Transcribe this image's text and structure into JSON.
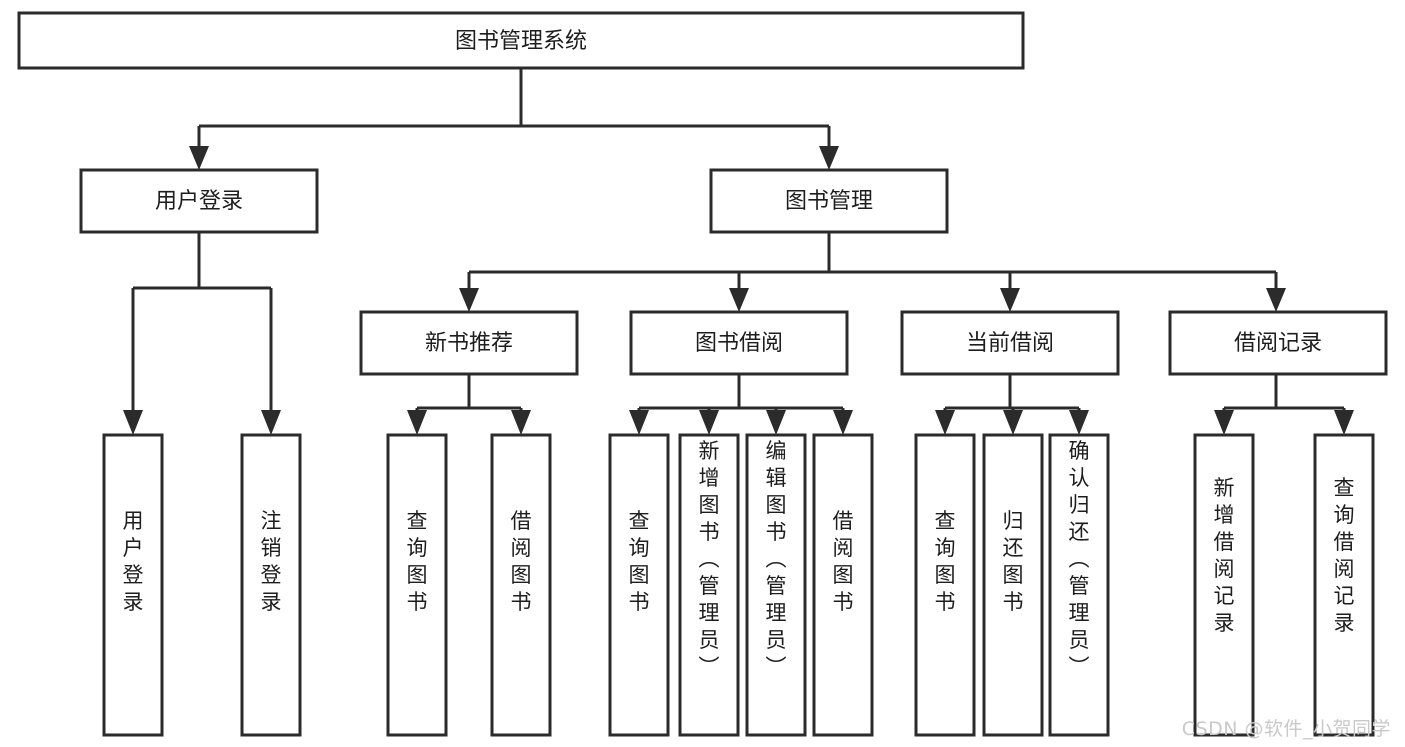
{
  "diagram": {
    "type": "tree-hierarchy-diagram",
    "title": "图书管理系统",
    "watermark": "CSDN @软件_小贺同学",
    "colors": {
      "stroke": "#2b2b2b",
      "fill": "#ffffff",
      "text": "#1d1d1d",
      "watermark": "#c9c9c9",
      "background": "#ffffff"
    },
    "levels": [
      {
        "level": 1,
        "nodes": [
          {
            "id": "root",
            "label": "图书管理系统",
            "orientation": "horizontal"
          }
        ]
      },
      {
        "level": 2,
        "nodes": [
          {
            "id": "login",
            "label": "用户登录",
            "orientation": "horizontal",
            "parent": "root"
          },
          {
            "id": "bookmgmt",
            "label": "图书管理",
            "orientation": "horizontal",
            "parent": "root"
          }
        ]
      },
      {
        "level": 3,
        "nodes": [
          {
            "id": "newbook",
            "label": "新书推荐",
            "orientation": "horizontal",
            "parent": "bookmgmt"
          },
          {
            "id": "borrow",
            "label": "图书借阅",
            "orientation": "horizontal",
            "parent": "bookmgmt"
          },
          {
            "id": "current",
            "label": "当前借阅",
            "orientation": "horizontal",
            "parent": "bookmgmt"
          },
          {
            "id": "records",
            "label": "借阅记录",
            "orientation": "horizontal",
            "parent": "bookmgmt"
          }
        ]
      },
      {
        "level": 4,
        "nodes": [
          {
            "id": "leaf-1",
            "label": "用户登录",
            "orientation": "vertical",
            "parent": "login"
          },
          {
            "id": "leaf-2",
            "label": "注销登录",
            "orientation": "vertical",
            "parent": "login"
          },
          {
            "id": "leaf-3",
            "label": "查询图书",
            "orientation": "vertical",
            "parent": "newbook"
          },
          {
            "id": "leaf-4",
            "label": "借阅图书",
            "orientation": "vertical",
            "parent": "newbook"
          },
          {
            "id": "leaf-5",
            "label": "查询图书",
            "orientation": "vertical",
            "parent": "borrow"
          },
          {
            "id": "leaf-6",
            "label": "新增图书（管理员）",
            "orientation": "vertical",
            "parent": "borrow"
          },
          {
            "id": "leaf-7",
            "label": "编辑图书（管理员）",
            "orientation": "vertical",
            "parent": "borrow"
          },
          {
            "id": "leaf-8",
            "label": "借阅图书",
            "orientation": "vertical",
            "parent": "borrow"
          },
          {
            "id": "leaf-9",
            "label": "查询图书",
            "orientation": "vertical",
            "parent": "current"
          },
          {
            "id": "leaf-10",
            "label": "归还图书",
            "orientation": "vertical",
            "parent": "current"
          },
          {
            "id": "leaf-11",
            "label": "确认归还（管理员）",
            "orientation": "vertical",
            "parent": "current"
          },
          {
            "id": "leaf-12",
            "label": "新增借阅记录",
            "orientation": "vertical",
            "parent": "records"
          },
          {
            "id": "leaf-13",
            "label": "查询借阅记录",
            "orientation": "vertical",
            "parent": "records"
          }
        ]
      }
    ]
  }
}
